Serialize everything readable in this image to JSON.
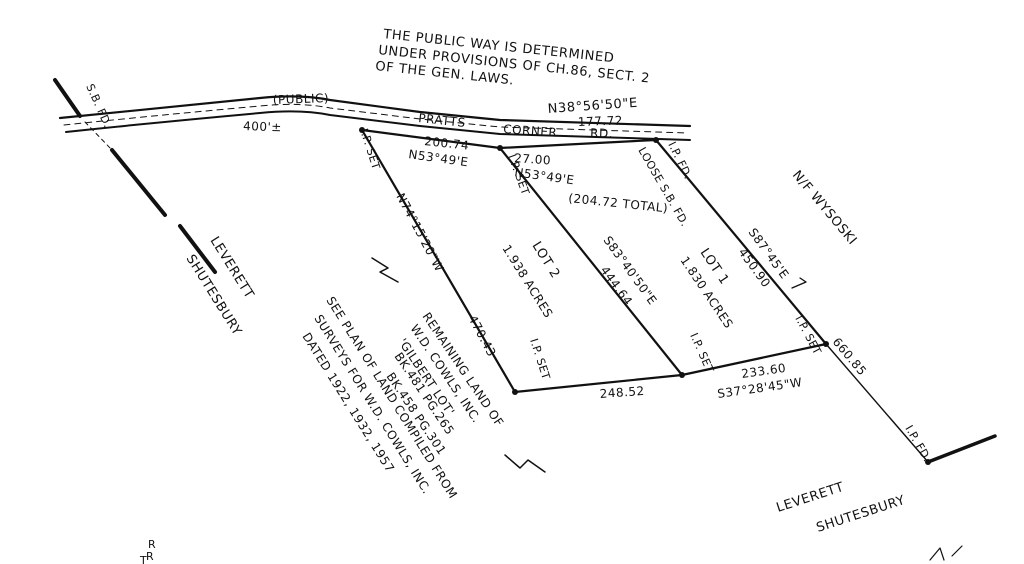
{
  "note": {
    "line1": "THE PUBLIC WAY IS DETERMINED",
    "line2": "UNDER PROVISIONS OF CH.86, SECT. 2",
    "line3": "OF THE GEN. LAWS."
  },
  "road": {
    "public_label": "(PUBLIC)",
    "name_part1": "PRATTS",
    "name_part2": "CORNER",
    "name_part3": "RD.",
    "bearing": "N38°56'50\"E",
    "distance": "177.72",
    "left_distance": "400'±"
  },
  "markers": {
    "sb_fd_top": "S.B. FD.",
    "ip_set_top_left": "I.P. SET",
    "ip_set_mid": "I.P. SET",
    "loose_sb_fd": "LOOSE S.B. FD.",
    "ip_fd_top_right": "I.P. FD.",
    "ip_set_bottom_left": "I.P. SET",
    "ip_set_bottom_mid": "I.P. SET",
    "ip_set_right": "I.P. SET",
    "ip_fd_bottom": "I.P. FD."
  },
  "dimensions": {
    "front_lot2": "200.74",
    "front_lot2_bearing": "N53°49'E",
    "front_lot1": "27.00",
    "front_lot1_bearing": "N53°49'E",
    "total": "(204.72 TOTAL)",
    "west_line": "N74°15'20\"W",
    "west_line_length": "470.43",
    "middle_line": "S83°40'50\"E",
    "middle_line_length": "444.64",
    "east_line": "S87°45'E",
    "east_line_length": "450.90",
    "east_line_extension": "660.85",
    "rear_lot2": "248.52",
    "rear_lot1": "233.60",
    "rear_bearing": "S37°28'45\"W"
  },
  "lots": {
    "lot2_name": "LOT 2",
    "lot2_area": "1.938 ACRES",
    "lot1_name": "LOT 1",
    "lot1_area": "1.830 ACRES"
  },
  "abutters": {
    "east": "N/F WYSOSKI",
    "remaining_1": "REMAINING LAND OF",
    "remaining_2": "W.D. COWLS, INC.",
    "remaining_3": "'GILBERT LOT'",
    "remaining_4": "BK.481 PG.265",
    "remaining_5": "BK.458 PG.301"
  },
  "reference": {
    "line1": "SEE PLAN OF LAND COMPILED FROM",
    "line2": "SURVEYS FOR W.D. COWLS, INC.",
    "line3": "DATED 1922, 1932, 1957"
  },
  "town_lines": {
    "left_leverett": "LEVERETT",
    "left_shutesbury": "SHUTESBURY",
    "bottom_leverett": "LEVERETT",
    "bottom_shutesbury": "SHUTESBURY"
  },
  "fragment": {
    "line1": "R",
    "line2": "R",
    "line3": "T"
  },
  "colors": {
    "ink": "#111111",
    "paper": "#ffffff"
  }
}
